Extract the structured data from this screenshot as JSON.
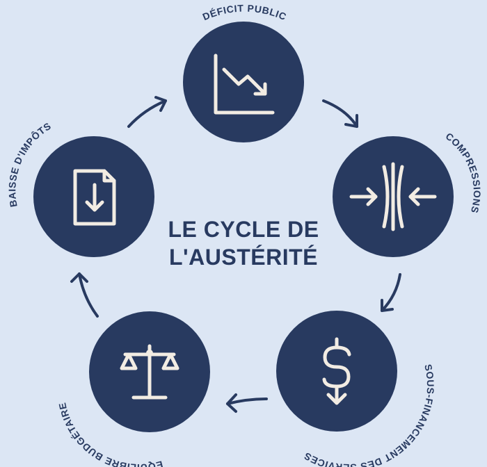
{
  "title": {
    "line1": "LE CYCLE DE",
    "line2": "L'AUSTÉRITÉ"
  },
  "colors": {
    "background": "#dce6f4",
    "node": "#283a60",
    "icon": "#f2ece3",
    "text": "#283a60"
  },
  "nodes": [
    {
      "label": "DÉFICIT PUBLIC",
      "icon": "declining-chart-icon"
    },
    {
      "label": "COMPRESSIONS",
      "icon": "compression-icon"
    },
    {
      "label": "SOUS-FINANCEMENT DES SERVICES",
      "icon": "dollar-down-icon"
    },
    {
      "label": "ÉQUILIBRE BUDGÉTAIRE",
      "icon": "scale-icon"
    },
    {
      "label": "BAISSE D'IMPÔTS",
      "icon": "document-download-icon"
    }
  ]
}
